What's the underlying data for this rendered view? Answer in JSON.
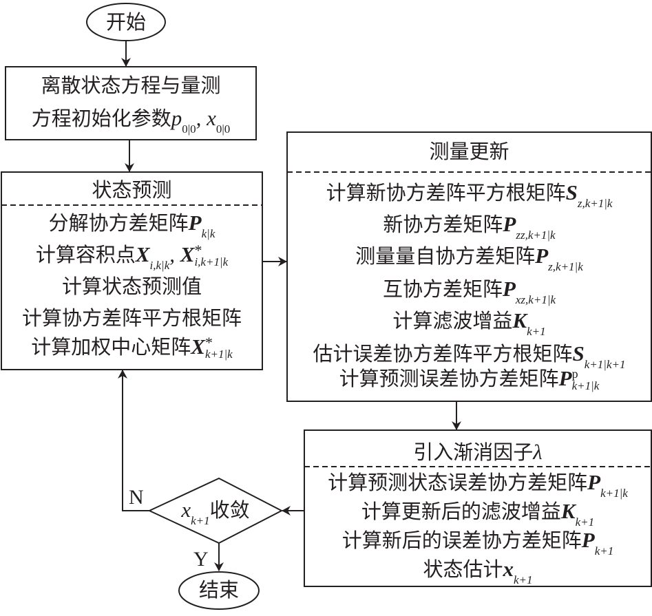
{
  "diagram": {
    "start": {
      "label": "开始"
    },
    "end": {
      "label": "结束"
    },
    "init": {
      "line1": "离散状态方程与量测",
      "line2_text": "方程初始化参数",
      "line2_var1": "p",
      "line2_var1_sub": "0|0",
      "line2_sep": ", ",
      "line2_var2": "x",
      "line2_var2_sub": "0|0"
    },
    "state_prediction": {
      "title": "状态预测",
      "steps": [
        {
          "text": "分解协方差矩阵",
          "var": "P",
          "sub": "k|k"
        },
        {
          "text": "计算容积点",
          "var": "X",
          "sub": "i,k|k",
          "sep": ", ",
          "var2": "X",
          "sup2": "*",
          "sub2": "i,k+1|k"
        },
        {
          "text": "计算状态预测值"
        },
        {
          "text": "计算协方差阵平方根矩阵"
        },
        {
          "text": "计算加权中心矩阵",
          "var": "X",
          "sup": "*",
          "sub": "k+1|k"
        }
      ]
    },
    "measurement_update": {
      "title": "测量更新",
      "steps": [
        {
          "text": "计算新协方差阵平方根矩阵",
          "var": "S",
          "sub": "z,k+1|k"
        },
        {
          "text": "新协方差矩阵",
          "var": "P",
          "sub": "zz,k+1|k"
        },
        {
          "text": "测量量自协方差矩阵",
          "var": "P",
          "sub": "z,k+1|k"
        },
        {
          "text": "互协方差矩阵",
          "var": "P",
          "sub": "xz,k+1|k"
        },
        {
          "text": "计算滤波增益",
          "var": "K",
          "sub": "k+1"
        },
        {
          "text": "估计误差协方差阵平方根矩阵",
          "var": "S",
          "sub": "k+1|k+1"
        },
        {
          "text": "计算预测误差协方差矩阵",
          "var": "P",
          "sup": "p",
          "sub": "k+1|k"
        }
      ]
    },
    "fading_factor": {
      "title_text": "引入渐消因子",
      "title_var": "λ",
      "steps": [
        {
          "text": "计算预测状态误差协方差矩阵",
          "var": "P",
          "sub": "k+1|k"
        },
        {
          "text": "计算更新后的滤波增益",
          "var": "K",
          "sub": "k+1"
        },
        {
          "text": "计算新后的误差协方差矩阵",
          "var": "P",
          "sub": "k+1"
        },
        {
          "text": "状态估计",
          "var": "x",
          "sub": "k+1"
        }
      ]
    },
    "decision": {
      "var": "x",
      "sub": "k+1",
      "text": "收敛",
      "no_label": "N",
      "yes_label": "Y"
    }
  },
  "colors": {
    "stroke": "#231f20",
    "background": "#ffffff"
  }
}
